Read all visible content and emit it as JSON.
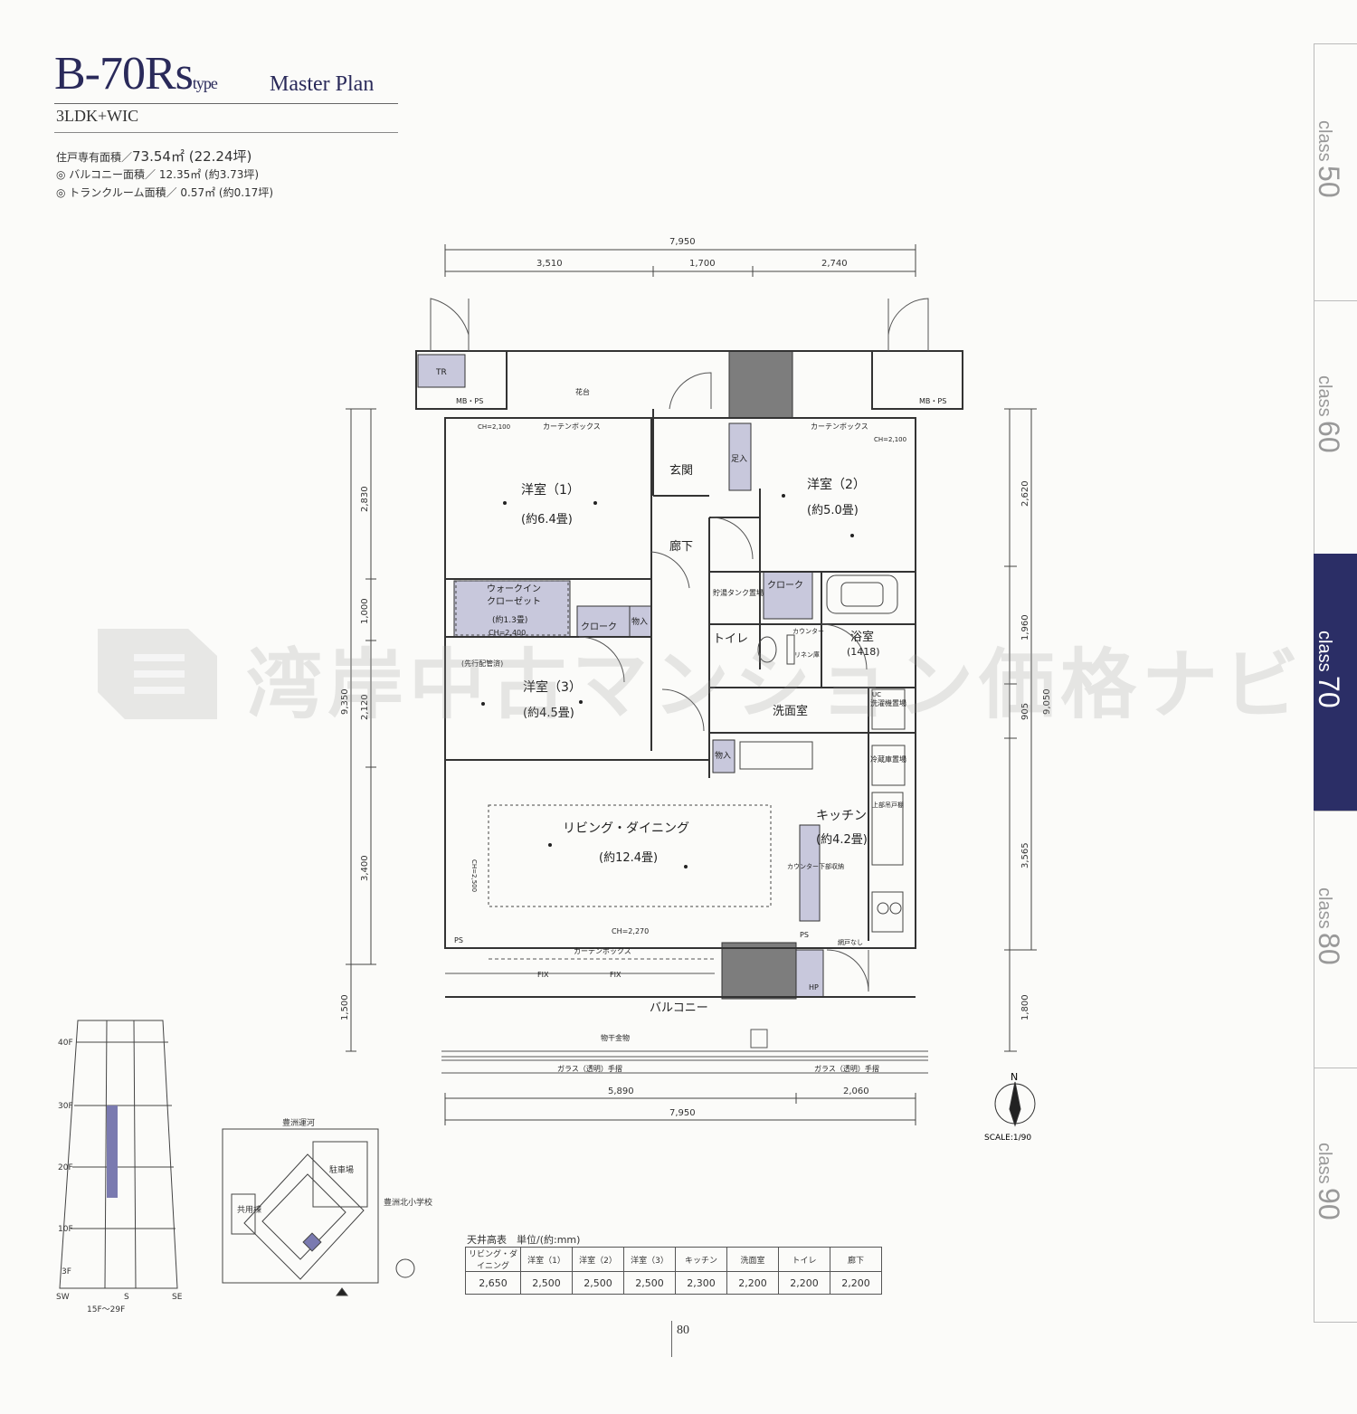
{
  "header": {
    "type_code": "B-70Rs",
    "type_suffix": "type",
    "plan_name": "Master Plan",
    "layout": "3LDK+WIC"
  },
  "specs": {
    "private_area_label": "住戸専有面積／",
    "private_area_value": "73.54㎡ (22.24坪)",
    "balcony": "◎ バルコニー面積／ 12.35㎡ (約3.73坪)",
    "trunk": "◎ トランクルーム面積／ 0.57㎡ (約0.17坪)"
  },
  "tabs": [
    {
      "word": "class",
      "num": "50"
    },
    {
      "word": "class",
      "num": "60"
    },
    {
      "word": "class",
      "num": "70"
    },
    {
      "word": "class",
      "num": "80"
    },
    {
      "word": "class",
      "num": "90"
    }
  ],
  "active_tab_color": "#2b2e66",
  "watermark": "湾岸中古マンション価格ナビ",
  "plan": {
    "dims_top": {
      "total": "7,950",
      "a": "3,510",
      "b": "1,700",
      "c": "2,740"
    },
    "dims_bottom": {
      "a": "5,890",
      "b": "2,060",
      "total": "7,950"
    },
    "dims_left": {
      "total": "9,350",
      "a": "2,830",
      "b": "1,000",
      "c": "2,120",
      "d": "3,400",
      "e": "1,500"
    },
    "dims_right": {
      "total": "9,050",
      "a": "2,620",
      "b": "1,960",
      "c": "905",
      "d": "3,565",
      "e": "1,800"
    },
    "rooms": {
      "bed1": "洋室（1）",
      "bed1_size": "(約6.4畳)",
      "bed2": "洋室（2）",
      "bed2_size": "(約5.0畳)",
      "bed3": "洋室（3）",
      "bed3_size": "(約4.5畳)",
      "wic1": "ウォークイン",
      "wic2": "クローゼット",
      "wic_size": "(約1.3畳)",
      "wic_ch": "CH=2,400",
      "living": "リビング・ダイニング",
      "living_size": "(約12.4畳)",
      "kitchen": "キッチン",
      "kitchen_size": "(約4.2畳)",
      "entrance": "玄関",
      "hallway": "廊下",
      "toilet": "トイレ",
      "bath": "浴室",
      "bath_size": "(1418)",
      "washroom": "洗面室",
      "balcony": "バルコニー",
      "closet": "クローク",
      "closet2": "クローク",
      "storage": "物入",
      "storage2": "物入",
      "shoe": "足入",
      "water_heater": "貯湯タンク置場",
      "washer": "洗濯機置場",
      "fridge": "冷蔵庫置場",
      "counter": "カウンター",
      "linen": "リネン庫",
      "kitchen_counter": "カウンター下部収納",
      "upper": "上部吊戸棚",
      "curtain_box": "カーテンボックス",
      "curtain_box2": "カーテンボックス",
      "curtain_box3": "カーテンボックス",
      "ch_2100a": "CH=2,100",
      "ch_2100b": "CH=2,100",
      "ch_2500": "CH=2,500",
      "ch_2270": "CH=2,270",
      "flower": "花台",
      "tr": "TR",
      "mbps1": "MB・PS",
      "mbps2": "MB・PS",
      "ps1": "PS",
      "ps2": "PS",
      "hp": "HP",
      "fix1": "FIX",
      "fix2": "FIX",
      "drying": "物干金物",
      "glass1": "ガラス（透明）手摺",
      "glass2": "ガラス（透明）手摺",
      "pre_pipe": "(先行配管済)",
      "no_door": "網戸なし",
      "uc": "UC"
    },
    "compass": "N",
    "scale": "SCALE:1/90"
  },
  "elevation": {
    "floors": [
      "40F",
      "30F",
      "20F",
      "10F",
      "3F"
    ],
    "directions": [
      "SW",
      "S",
      "SE"
    ],
    "range": "15F～29F",
    "highlight_color": "#7a7ab0"
  },
  "site": {
    "canal": "豊洲運河",
    "parking": "駐車場",
    "shared": "共用棟",
    "school": "豊洲北小学校"
  },
  "ceiling_table": {
    "title": "天井高表　単位/(約:mm)",
    "headers": [
      "リビング・ダイニング",
      "洋室（1）",
      "洋室（2）",
      "洋室（3）",
      "キッチン",
      "洗面室",
      "トイレ",
      "廊下"
    ],
    "values": [
      "2,650",
      "2,500",
      "2,500",
      "2,500",
      "2,300",
      "2,200",
      "2,200",
      "2,200"
    ]
  },
  "page_number": "80"
}
